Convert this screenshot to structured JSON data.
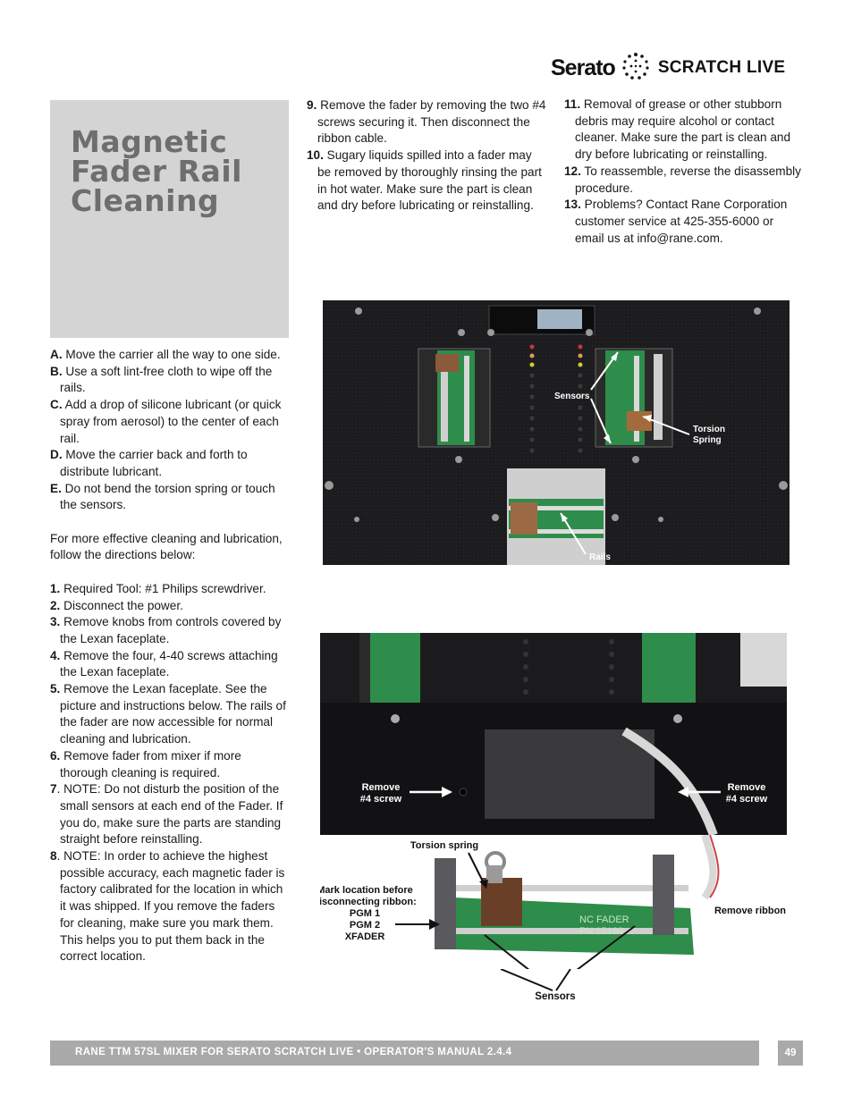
{
  "header": {
    "brand": "Serato",
    "product": "SCRATCH LIVE"
  },
  "title": "Magnetic Fader Rail Cleaning",
  "steps_alpha": [
    {
      "key": "A.",
      "text": " Move the carrier all the way to one side."
    },
    {
      "key": "B.",
      "text": " Use a soft lint-free cloth to wipe off the rails."
    },
    {
      "key": "C.",
      "text": " Add a drop of silicone lubricant (or quick spray from aerosol) to the center of each rail."
    },
    {
      "key": "D.",
      "text": " Move the carrier back and forth to distribute lubricant."
    },
    {
      "key": "E.",
      "text": " Do not bend the torsion spring or touch the sensors."
    }
  ],
  "intro": "For more effective cleaning and lubrication, follow the directions below:",
  "steps_num": [
    {
      "key": "1.",
      "text": " Required Tool: #1 Philips screwdriver."
    },
    {
      "key": "2.",
      "text": " Disconnect the power."
    },
    {
      "key": "3.",
      "text": " Remove knobs from controls covered by the Lexan faceplate."
    },
    {
      "key": "4.",
      "text": " Remove the four, 4-40 screws attaching the Lexan faceplate."
    },
    {
      "key": "5.",
      "text": " Remove the Lexan faceplate. See the picture and instructions below. The rails of the fader are now accessible for normal cleaning and lubrication."
    },
    {
      "key": "6.",
      "text": " Remove fader from mixer if more thorough cleaning is required."
    },
    {
      "key": "7",
      "text": ". NOTE: Do not disturb the position of the small sensors at each end of the Fader. If you do, make sure the parts are standing straight before reinstalling."
    },
    {
      "key": "8",
      "text": ". NOTE: In order to achieve the highest possible accuracy, each magnetic fader is factory calibrated for the location in which it was shipped. If you remove the faders for cleaning, make sure you mark them. This helps you to put them back in the correct location."
    }
  ],
  "steps_mid": [
    {
      "key": "9.",
      "text": " Remove the fader by removing the two #4 screws securing it. Then disconnect the ribbon cable."
    },
    {
      "key": "10.",
      "text": " Sugary liquids spilled into a fader may be removed by thoroughly rinsing the part in hot water. Make sure the part is clean and dry before lubricating or reinstalling."
    }
  ],
  "steps_right": [
    {
      "key": "11.",
      "text": " Removal of grease or other stubborn debris may require alcohol or contact cleaner. Make sure the part is clean and dry before lubricating or reinstalling."
    },
    {
      "key": "12.",
      "text": " To reassemble, reverse the disassembly procedure."
    },
    {
      "key": "13.",
      "text": " Problems? Contact Rane Corporation customer service at 425-355-6000 or email us at info@rane.com."
    }
  ],
  "photo1": {
    "sensors": "Sensors",
    "torsion_1": "Torsion",
    "torsion_2": "Spring",
    "rails": "Rails"
  },
  "photo2": {
    "remove_screw_left_1": "Remove",
    "remove_screw_left_2": "#4 screw",
    "remove_screw_right_1": "Remove",
    "remove_screw_right_2": "#4 screw",
    "torsion_spring": "Torsion spring",
    "mark_1": "Mark location before",
    "mark_2": "disconnecting ribbon:",
    "mark_3": "PGM 1",
    "mark_4": "PGM 2",
    "mark_5": "XFADER",
    "remove_ribbon": "Remove ribbon",
    "sensors": "Sensors",
    "pcb_1": "NC FADER",
    "pcb_2": "PN 15160"
  },
  "footer": {
    "text": "RANE TTM 57SL MIXER FOR SERATO SCRATCH LIVE • OPERATOR'S MANUAL 2.4.4",
    "page": "49"
  }
}
